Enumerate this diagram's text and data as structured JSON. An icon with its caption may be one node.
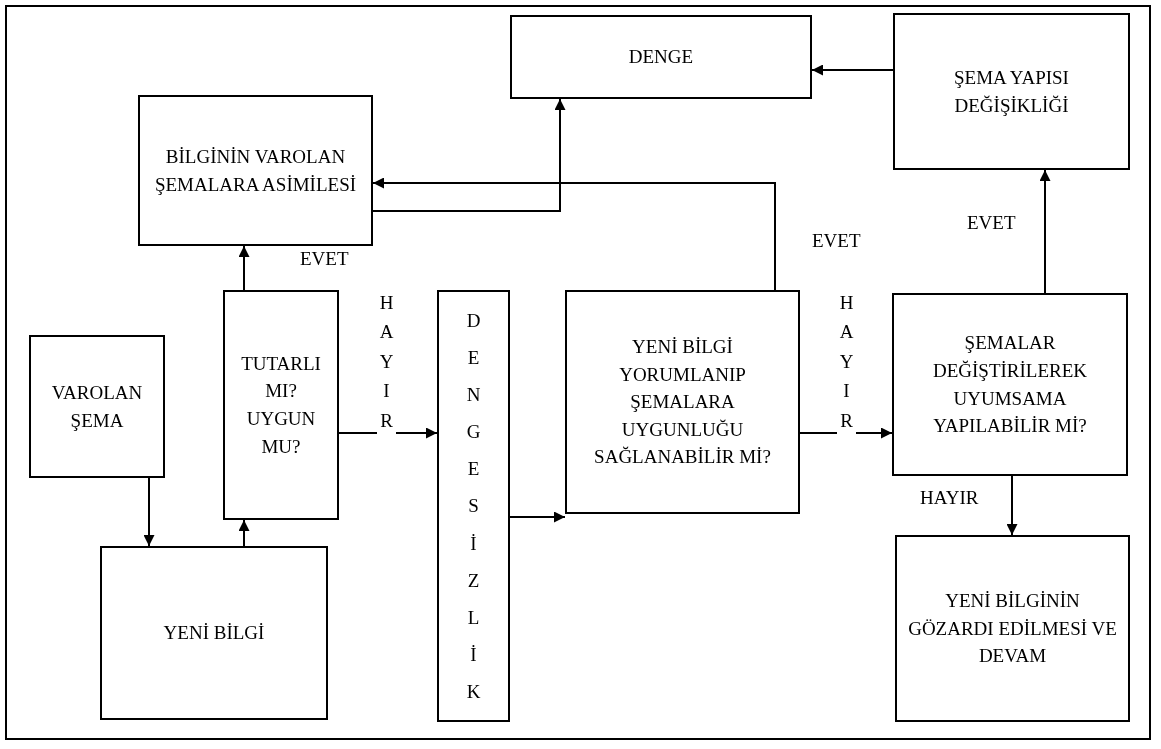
{
  "diagram": {
    "nodes": [
      {
        "text": [
          "DENGE"
        ]
      },
      {
        "text": [
          "ŞEMA YAPISI DEĞİŞİKLİĞİ"
        ]
      },
      {
        "text": [
          "BİLGİNİN VAROLAN ŞEMALARA ASİMİLESİ"
        ]
      },
      {
        "text": [
          "VAROLAN ŞEMA"
        ]
      },
      {
        "text": [
          "TUTARLI MI? UYGUN MU?"
        ]
      },
      {
        "text": [
          "DENGESİZLİK"
        ]
      },
      {
        "text": [
          "YENİ BİLGİ YORUMLANIP ŞEMALARA UYGUNLUĞU SAĞLANABİLİR Mİ?"
        ]
      },
      {
        "text": [
          "ŞEMALAR DEĞİŞTİRİLEREK UYUMSAMA YAPILABİLİR Mİ?"
        ]
      },
      {
        "text": [
          "YENİ BİLGİ"
        ]
      },
      {
        "text": [
          "YENİ BİLGİNİN GÖZARDI EDİLMESİ VE DEVAM"
        ]
      }
    ],
    "edges": [
      {
        "from": 3,
        "to": 8,
        "arrow": "to"
      },
      {
        "from": 8,
        "to": 4,
        "arrow": "to"
      },
      {
        "from": 4,
        "to": 2,
        "arrow": "to",
        "label": "EVET"
      },
      {
        "from": 4,
        "to": 5,
        "arrow": "to",
        "label": "HAYIR"
      },
      {
        "from": 5,
        "to": 6,
        "arrow": "to"
      },
      {
        "from": 6,
        "to": 7,
        "arrow": "to",
        "label": "HAYIR"
      },
      {
        "from": 6,
        "to": 2,
        "arrow": "to",
        "label": "EVET"
      },
      {
        "from": 7,
        "to": 1,
        "arrow": "to",
        "label": "EVET"
      },
      {
        "from": 7,
        "to": 9,
        "arrow": "to",
        "label": "HAYIR"
      },
      {
        "from": 1,
        "to": 0,
        "arrow": "to"
      },
      {
        "from": 2,
        "to": 0,
        "arrow": "to"
      }
    ]
  }
}
